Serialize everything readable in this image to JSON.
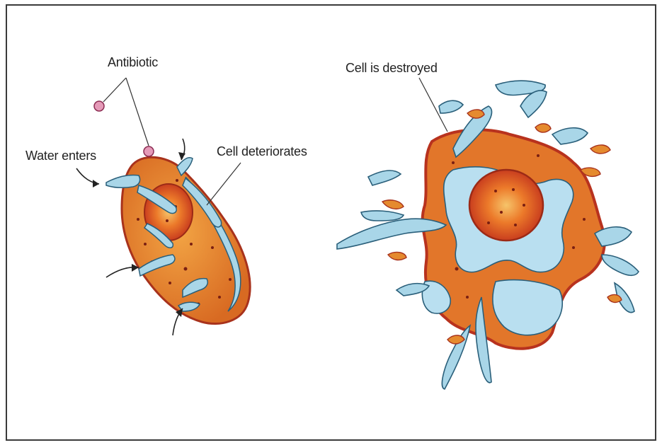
{
  "labels": {
    "antibiotic": "Antibiotic",
    "water_enters": "Water enters",
    "cell_deteriorates": "Cell deteriorates",
    "cell_destroyed": "Cell is destroyed"
  },
  "colors": {
    "outline_red": "#c0392b",
    "cytoplasm_orange": "#e8892a",
    "nucleus_red": "#d9481f",
    "water_blue": "#a9d6e8",
    "water_blue_light": "#cfe8f2",
    "antibiotic_pink": "#e59ab8",
    "line": "#333333"
  }
}
